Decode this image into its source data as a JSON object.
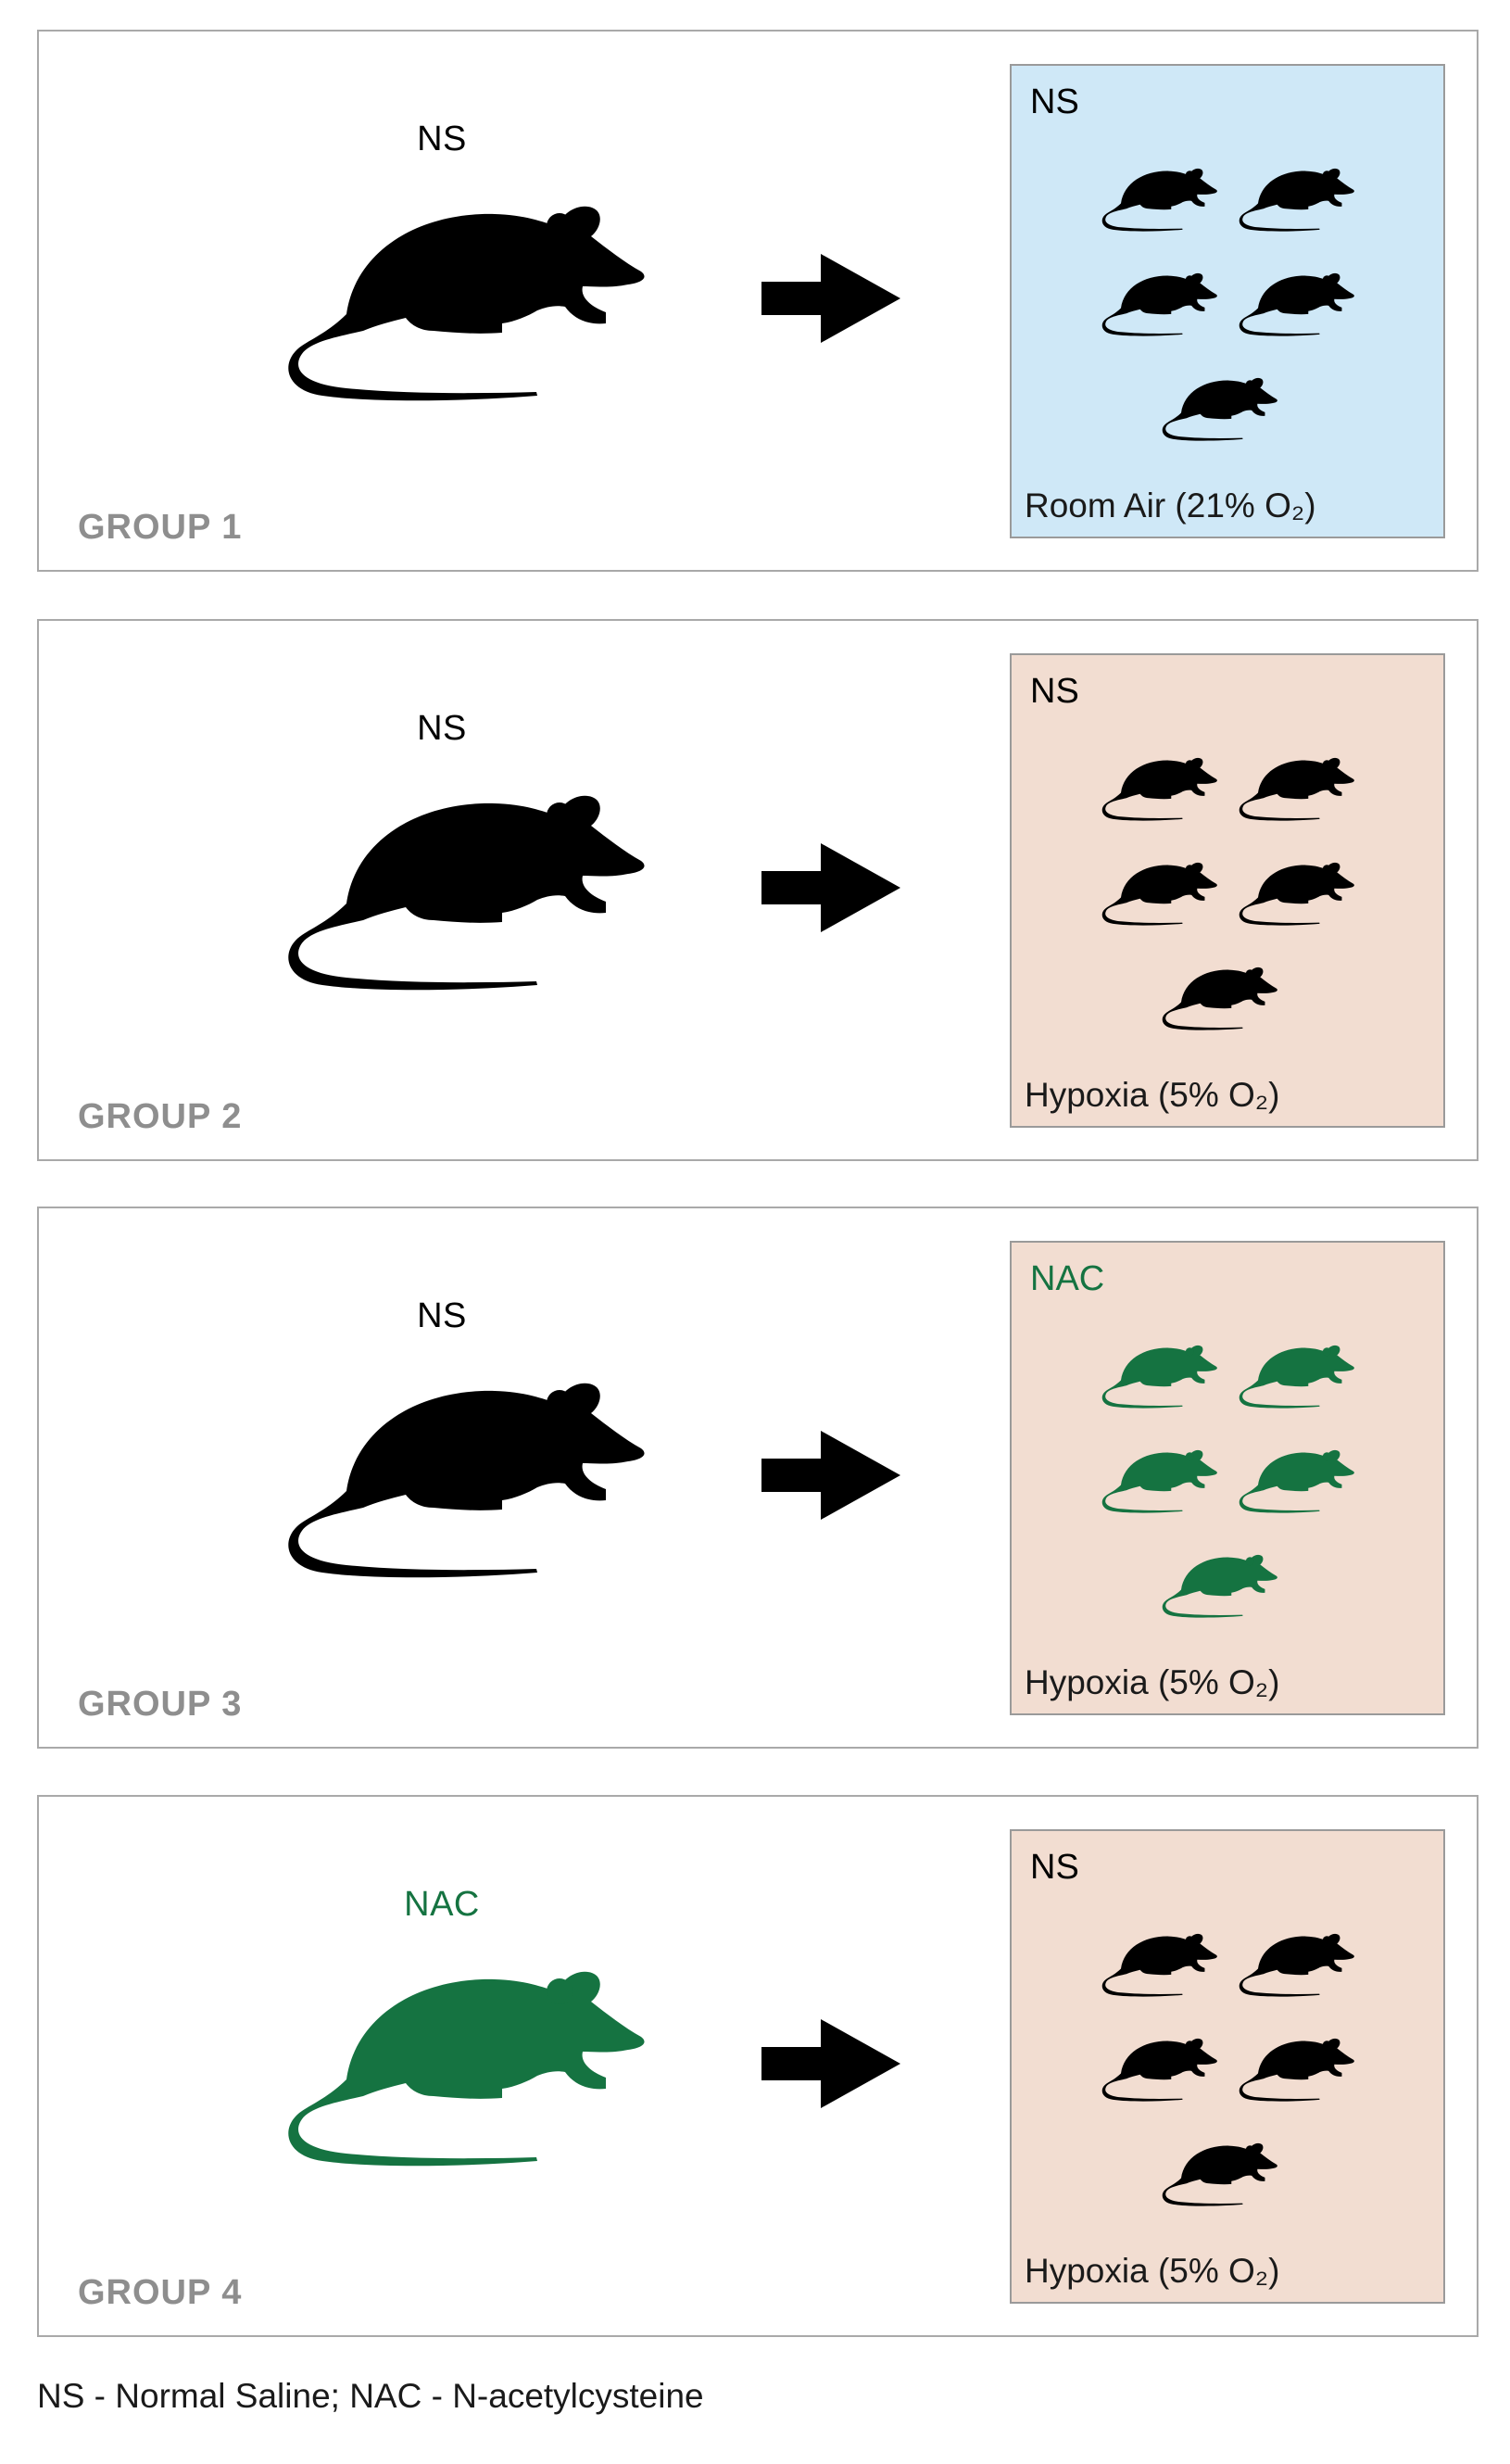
{
  "colors": {
    "black": "#000000",
    "green": "#157341",
    "room_air_bg": "#cfe8f7",
    "hypoxia_bg": "#f2ddd1"
  },
  "groups": [
    {
      "group_label": "GROUP 1",
      "pretreatment": "NS",
      "pretreatment_color": "black",
      "box_label": "NS",
      "box_label_color": "black",
      "condition": "Room Air (21% O₂)",
      "box_bg": "room_air",
      "small_rats": 5
    },
    {
      "group_label": "GROUP 2",
      "pretreatment": "NS",
      "pretreatment_color": "black",
      "box_label": "NS",
      "box_label_color": "black",
      "condition": "Hypoxia (5% O₂)",
      "box_bg": "hypoxia",
      "small_rats": 5
    },
    {
      "group_label": "GROUP 3",
      "pretreatment": "NS",
      "pretreatment_color": "black",
      "box_label": "NAC",
      "box_label_color": "green",
      "condition": "Hypoxia (5% O₂)",
      "box_bg": "hypoxia",
      "small_rats": 5
    },
    {
      "group_label": "GROUP 4",
      "pretreatment": "NAC",
      "pretreatment_color": "green",
      "box_label": "NS",
      "box_label_color": "black",
      "condition": "Hypoxia (5% O₂)",
      "box_bg": "hypoxia",
      "small_rats": 5
    }
  ],
  "footnote": "NS - Normal Saline;  NAC - N-acetylcysteine",
  "icons": {
    "rat": "rat-silhouette-icon",
    "arrow": "right-arrow-icon"
  }
}
